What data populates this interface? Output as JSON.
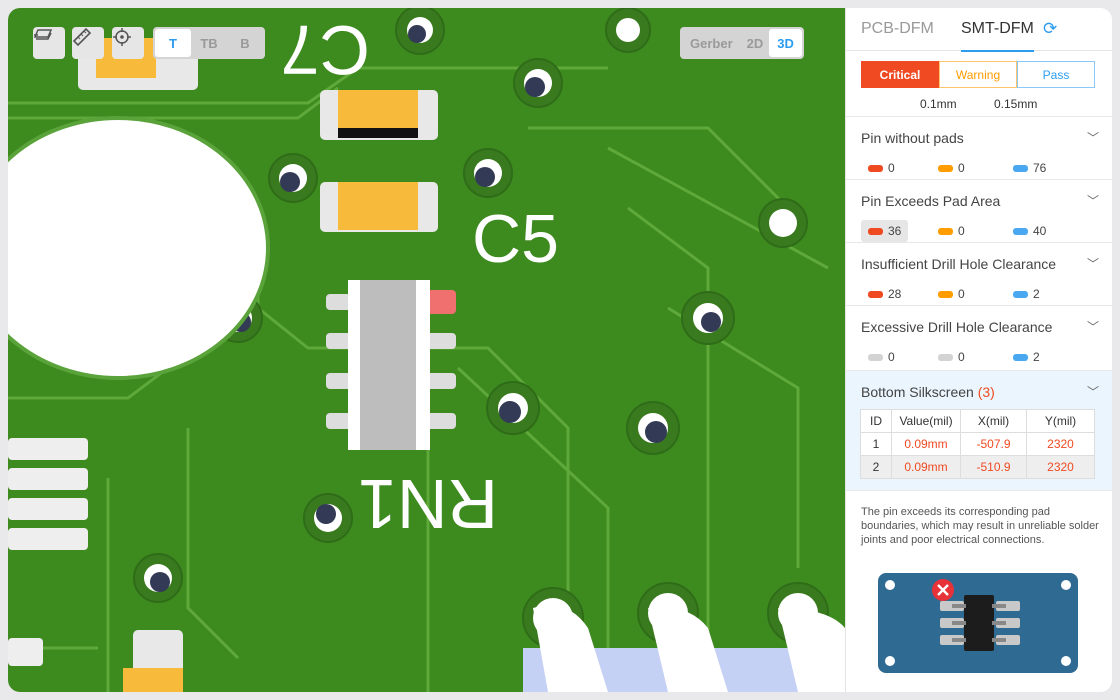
{
  "toolbar": {
    "tools": [
      "layers-icon",
      "ruler-icon",
      "locate-icon"
    ],
    "layers": [
      "T",
      "TB",
      "B"
    ],
    "active_layer": "T",
    "views": [
      "Gerber",
      "2D",
      "3D"
    ],
    "active_view": "3D"
  },
  "board": {
    "labels": [
      "C7",
      "C5",
      "RN1"
    ]
  },
  "panel": {
    "tabs": [
      "PCB-DFM",
      "SMT-DFM"
    ],
    "active_tab": "SMT-DFM",
    "legend": {
      "critical": "Critical",
      "warning": "Warning",
      "pass": "Pass"
    },
    "thresholds": [
      "0.1mm",
      "0.15mm"
    ],
    "colors": {
      "critical": "#f04a23",
      "warning": "#ff9c00",
      "pass": "#4aa8f0",
      "neutral": "#d3d3d3"
    },
    "sections": [
      {
        "title": "Pin without pads",
        "counts": [
          "0",
          "0",
          "76"
        ]
      },
      {
        "title": "Pin Exceeds Pad Area",
        "counts": [
          "36",
          "0",
          "40"
        ]
      },
      {
        "title": "Insufficient Drill Hole Clearance",
        "counts": [
          "28",
          "0",
          "2"
        ]
      },
      {
        "title": "Excessive Drill Hole Clearance",
        "counts": [
          "0",
          "0",
          "2"
        ]
      }
    ],
    "expanded": {
      "title": "Bottom Silkscreen",
      "count": "(3)",
      "columns": [
        "ID",
        "Value(mil)",
        "X(mil)",
        "Y(mil)"
      ],
      "rows": [
        [
          "1",
          "0.09mm",
          "-507.9",
          "2320"
        ],
        [
          "2",
          "0.09mm",
          "-510.9",
          "2320"
        ]
      ]
    },
    "description": "The pin exceeds its corresponding pad boundaries, which may result in unreliable solder joints and poor electrical connections."
  }
}
